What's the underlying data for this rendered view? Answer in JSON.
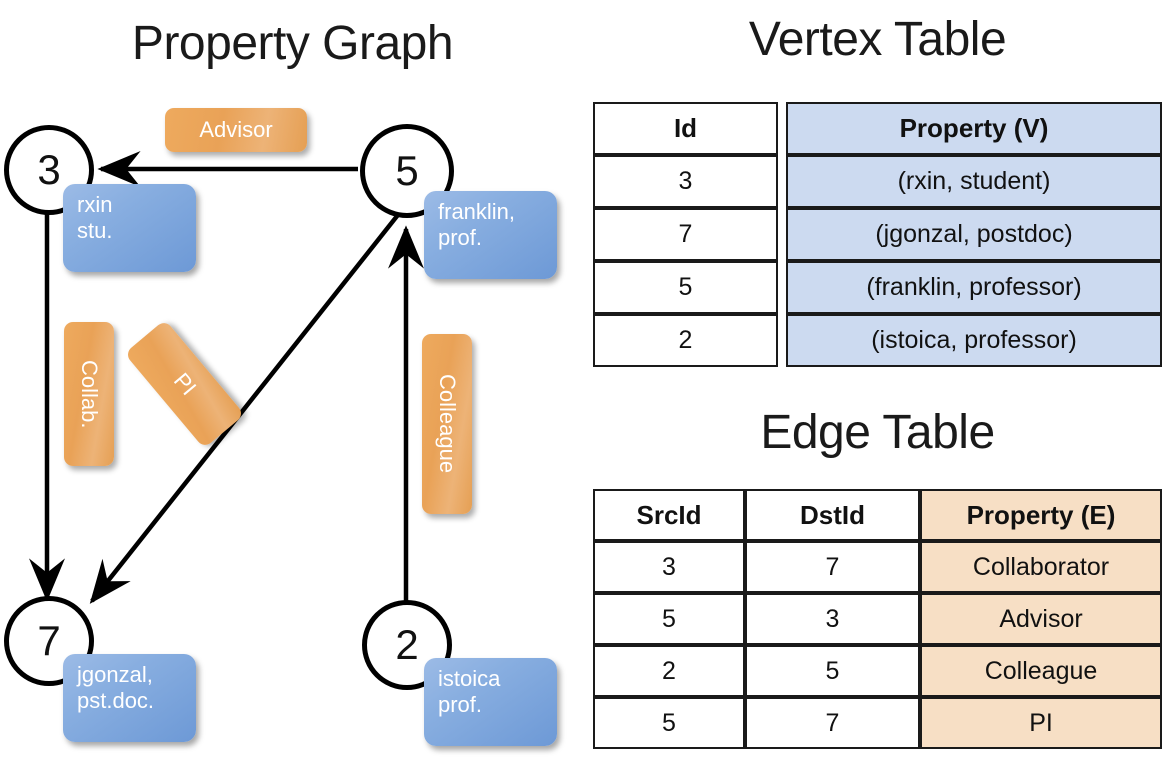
{
  "titles": {
    "property_graph": "Property Graph",
    "vertex_table": "Vertex Table",
    "edge_table": "Edge Table"
  },
  "colors": {
    "vertex_property_fill": "#ccdaf0",
    "edge_property_fill": "#f7dfc5",
    "vertex_box_fill": "#88aee0",
    "edge_label_fill": "#e9a257",
    "border": "#1a1a1a",
    "text": "#111111"
  },
  "graph": {
    "nodes": [
      {
        "id": "3",
        "property": "rxin\nstu."
      },
      {
        "id": "5",
        "property": "franklin,\nprof."
      },
      {
        "id": "7",
        "property": "jgonzal,\npst.doc."
      },
      {
        "id": "2",
        "property": "istoica\nprof."
      }
    ],
    "node_labels": {
      "n3": "3",
      "n5": "5",
      "n7": "7",
      "n2": "2"
    },
    "node_props": {
      "rxin_line1": "rxin",
      "rxin_line2": "stu.",
      "franklin_line1": "franklin,",
      "franklin_line2": "prof.",
      "jgonzal_line1": "jgonzal,",
      "jgonzal_line2": "pst.doc.",
      "istoica_line1": "istoica",
      "istoica_line2": "prof."
    },
    "edges": [
      {
        "label": "Advisor",
        "src": "5",
        "dst": "3"
      },
      {
        "label": "Collab.",
        "src": "3",
        "dst": "7"
      },
      {
        "label": "PI",
        "src": "5",
        "dst": "7"
      },
      {
        "label": "Colleague",
        "src": "2",
        "dst": "5"
      }
    ],
    "edge_labels": {
      "advisor": "Advisor",
      "collab": "Collab.",
      "pi": "PI",
      "colleague": "Colleague"
    }
  },
  "vertex_table": {
    "headers": [
      "Id",
      "Property (V)"
    ],
    "header_id": "Id",
    "header_property": "Property (V)",
    "rows": [
      {
        "id": "3",
        "property": "(rxin, student)"
      },
      {
        "id": "7",
        "property": "(jgonzal, postdoc)"
      },
      {
        "id": "5",
        "property": "(franklin, professor)"
      },
      {
        "id": "2",
        "property": "(istoica, professor)"
      }
    ]
  },
  "edge_table": {
    "headers": [
      "SrcId",
      "DstId",
      "Property (E)"
    ],
    "header_src": "SrcId",
    "header_dst": "DstId",
    "header_property": "Property (E)",
    "rows": [
      {
        "src": "3",
        "dst": "7",
        "property": "Collaborator"
      },
      {
        "src": "5",
        "dst": "3",
        "property": "Advisor"
      },
      {
        "src": "2",
        "dst": "5",
        "property": "Colleague"
      },
      {
        "src": "5",
        "dst": "7",
        "property": "PI"
      }
    ]
  }
}
